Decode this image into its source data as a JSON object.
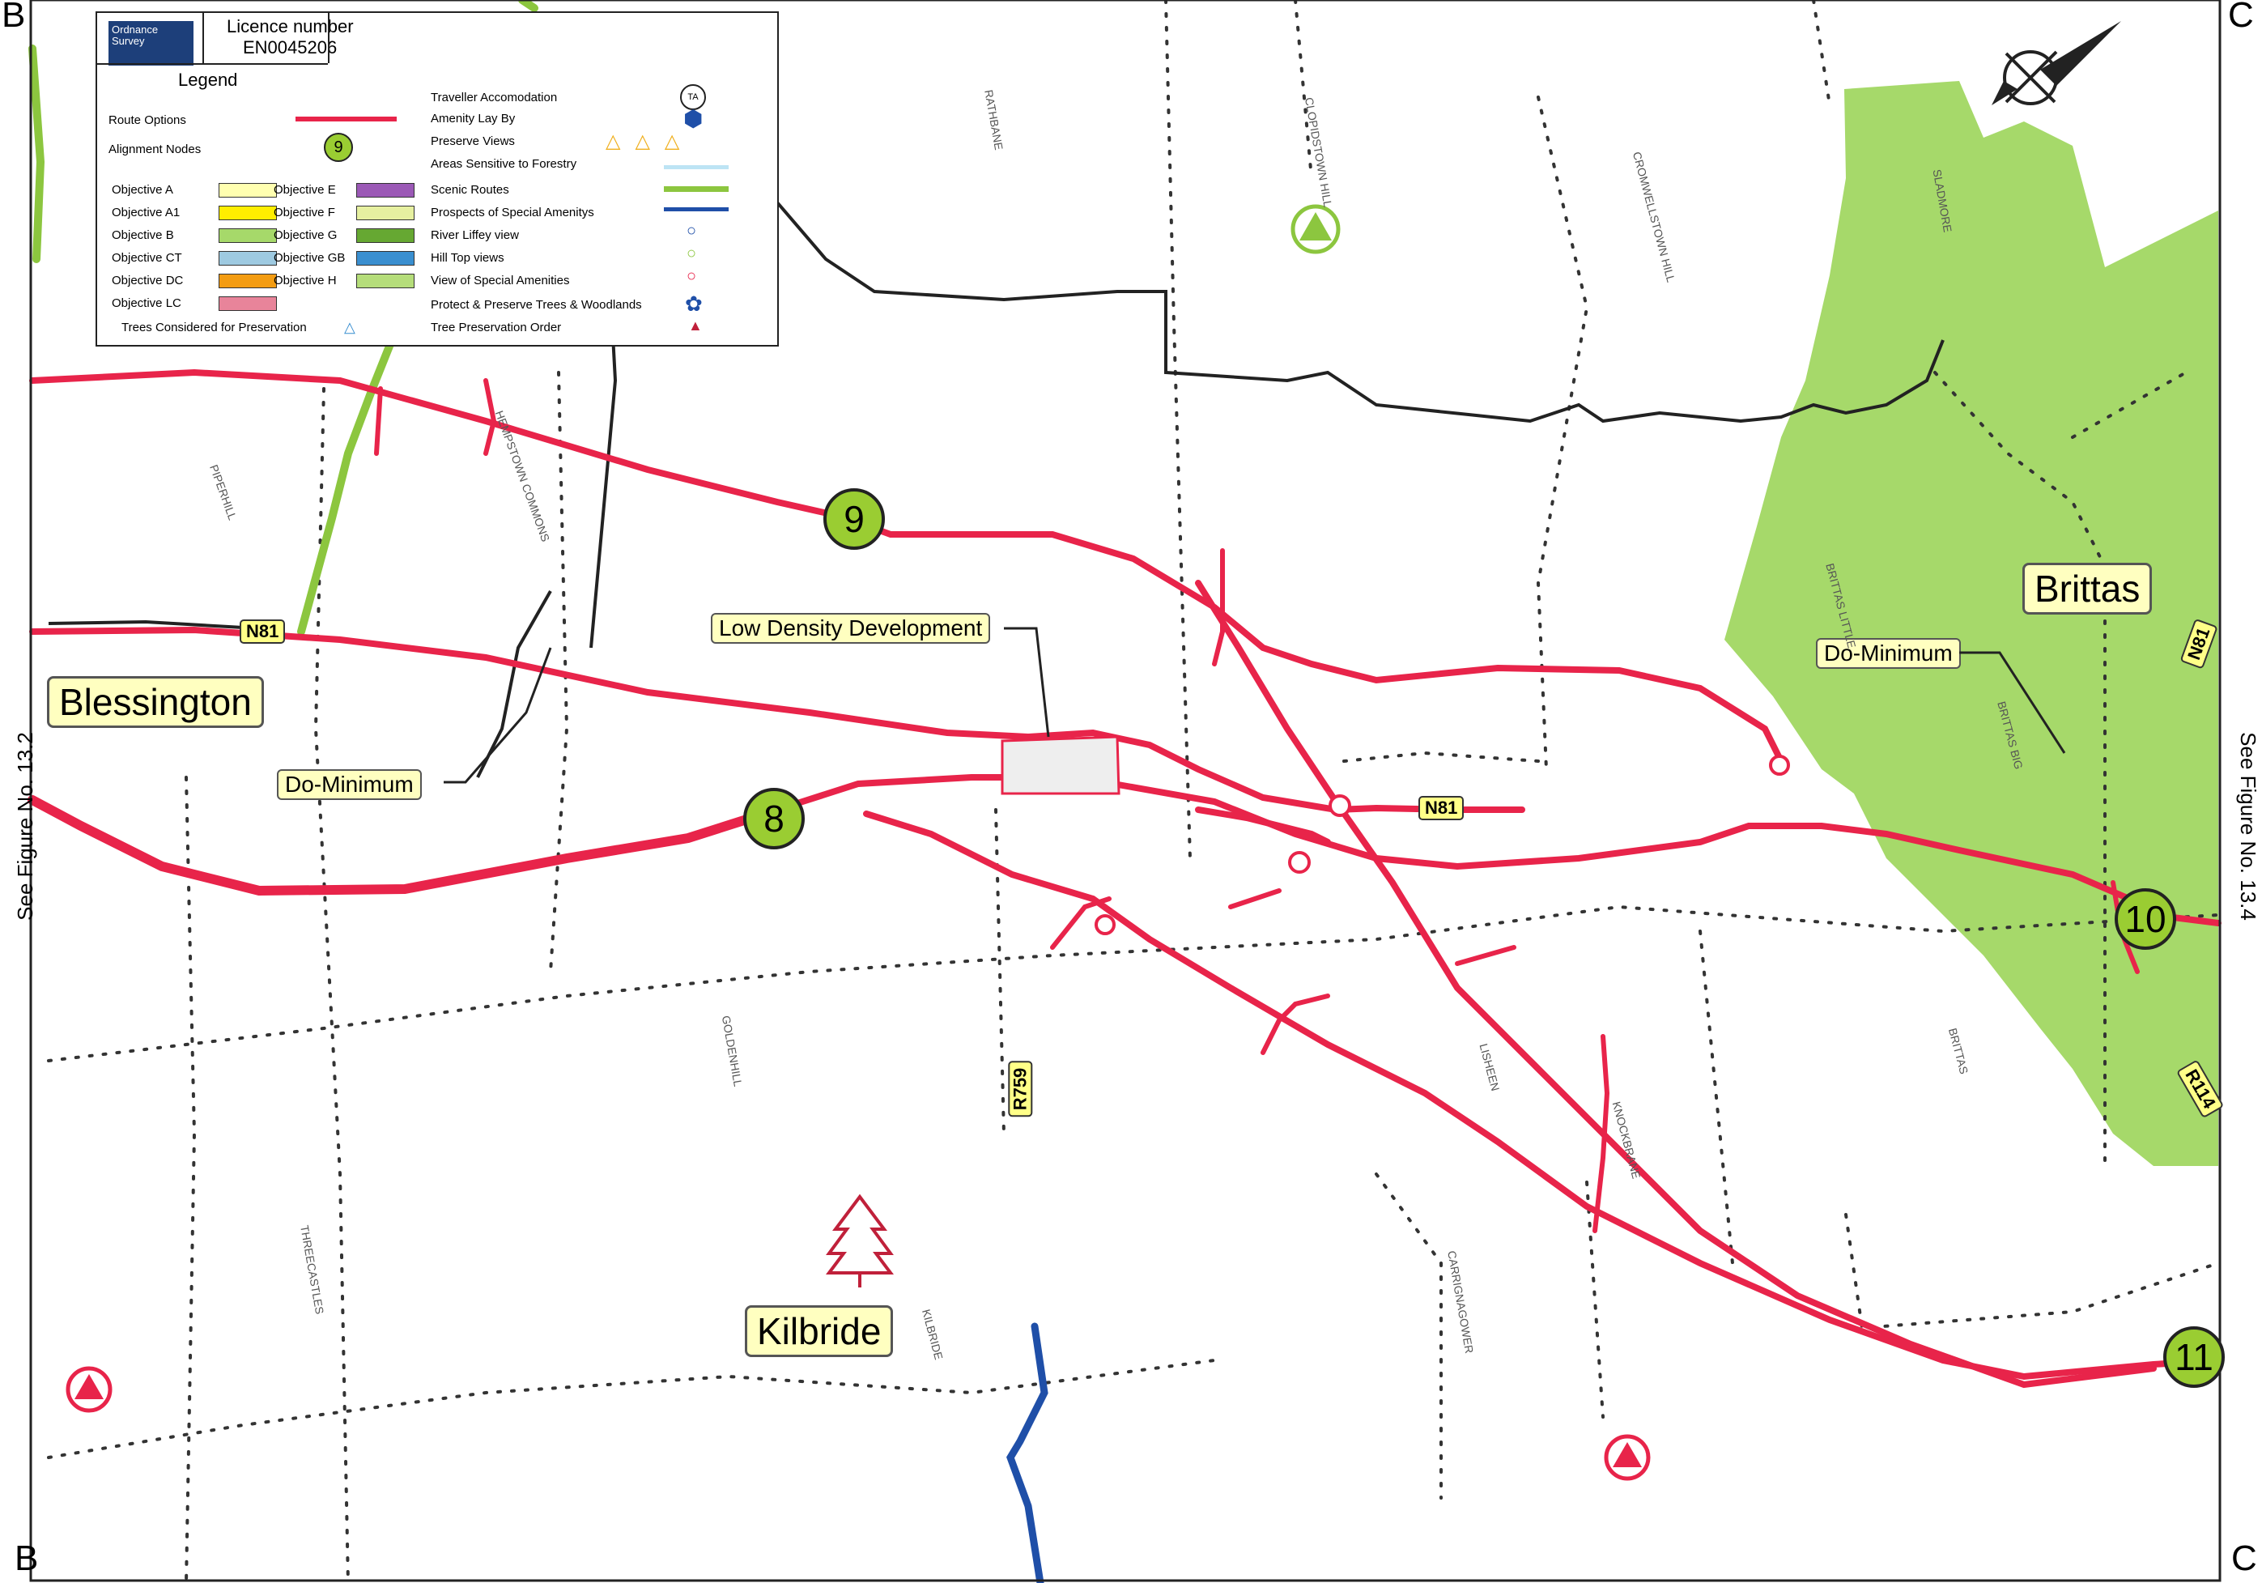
{
  "corners": {
    "top_left": "B",
    "top_right": "C",
    "bottom_left": "B",
    "bottom_right": "C"
  },
  "side_labels": {
    "left": "See Figure No. 13.2",
    "right": "See Figure No. 13.4"
  },
  "legend": {
    "logo_text": "Ordnance Survey",
    "licence_label": "Licence number",
    "licence_number": "EN0045206",
    "title": "Legend",
    "route_options": "Route Options",
    "alignment_nodes": "Alignment Nodes",
    "alignment_node_example": "9",
    "objectives": [
      {
        "label": "Objective A",
        "color": "#ffffb0"
      },
      {
        "label": "Objective A1",
        "color": "#ffee00"
      },
      {
        "label": "Objective B",
        "color": "#a6d96a"
      },
      {
        "label": "Objective CT",
        "color": "#9ecae1"
      },
      {
        "label": "Objective DC",
        "color": "#f39c12"
      },
      {
        "label": "Objective LC",
        "color": "#e8849a"
      }
    ],
    "objectives_2": [
      {
        "label": "Objective E",
        "color": "#9b59b6"
      },
      {
        "label": "Objective F",
        "color": "#e6f0a0"
      },
      {
        "label": "Objective G",
        "color": "#66a832"
      },
      {
        "label": "Objective GB",
        "color": "#3a8fd0"
      },
      {
        "label": "Objective H",
        "color": "#b5dd7a"
      }
    ],
    "trees_considered": "Trees Considered for Preservation",
    "symbols": [
      "Traveller Accomodation",
      "Amenity Lay By",
      "Preserve Views",
      "Areas Sensitive to Forestry",
      "Scenic Routes",
      "Prospects of Special Amenitys",
      "River Liffey view",
      "Hill Top views",
      "View of Special Amenities",
      "Protect & Preserve Trees & Woodlands",
      "Tree Preservation Order"
    ],
    "ta_badge": "TA"
  },
  "places": {
    "blessington": "Blessington",
    "brittas": "Brittas",
    "kilbride": "Kilbride"
  },
  "notes": {
    "low_density": "Low Density Development",
    "do_minimum_left": "Do-Minimum",
    "do_minimum_right": "Do-Minimum"
  },
  "roads": {
    "n81_a": "N81",
    "n81_b": "N81",
    "n81_c": "N81",
    "r759": "R759",
    "r114": "R114"
  },
  "nodes": {
    "n8": "8",
    "n9": "9",
    "n10": "10",
    "n11": "11"
  },
  "townlands": [
    "RATHBANE",
    "CLOPIDSTOWN HILL",
    "CROMWELLSTOWN HILL",
    "SLADMORE",
    "PIPERHILL",
    "HEMPSTOWN COMMONS",
    "BRITTAS LITTLE",
    "BRITTAS BIG",
    "LISHEEN",
    "GOLDENHILL",
    "THREECASTLES",
    "KILBRIDE",
    "CARRIGNAGOWER",
    "KNOCKBRANE",
    "BRITTAS"
  ],
  "colors": {
    "route": "#e8244a",
    "objective_b": "#a6d96a",
    "scenic": "#8cc63f",
    "river": "#1f4fa8",
    "boundary": "#222222"
  }
}
